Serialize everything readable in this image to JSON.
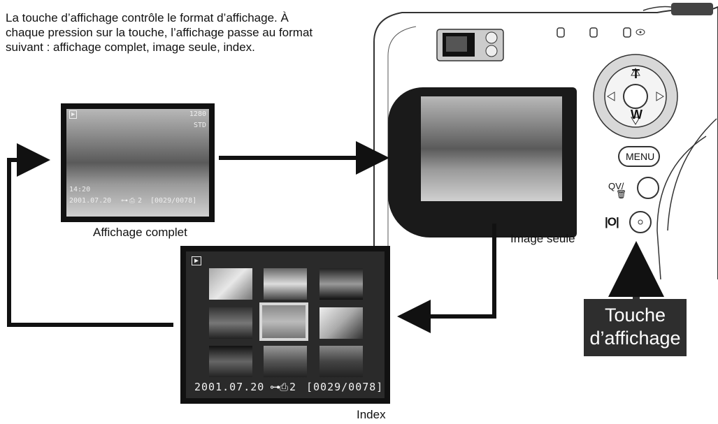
{
  "intro": "La touche d’affichage contrôle le format d’affichage. À chaque pression sur la touche, l’affichage passe au format suivant : affichage complet, image seule, index.",
  "captions": {
    "full": "Affichage complet",
    "image_only": "Image seule",
    "index": "Index"
  },
  "full_display": {
    "play_icon": "▶",
    "resolution": "1280",
    "quality": "STD",
    "time": "14:20",
    "date": "2001.07.20",
    "print_count": "2",
    "frame": "[0029/0078]"
  },
  "index_display": {
    "play_icon": "▶",
    "date": "2001.07.20",
    "print_count": "2",
    "frame": "[0029/0078]"
  },
  "camera": {
    "menu_label": "MENU",
    "zoom_t": "T",
    "zoom_w": "W",
    "qv_label": "QV/",
    "display_button_glyph": "|O|"
  },
  "touche_label": "Touche d’affichage",
  "icons": [
    "play-icon",
    "key-icon",
    "print-icon",
    "trash-icon",
    "display-button-icon"
  ]
}
